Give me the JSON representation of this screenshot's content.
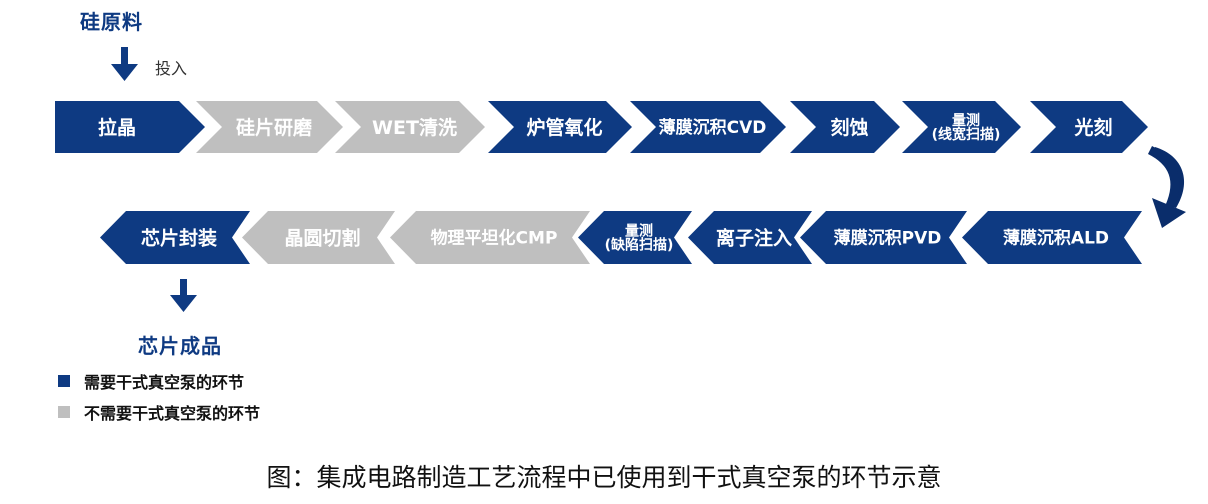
{
  "colors": {
    "vacuum_required": "#0e3a82",
    "not_required": "#bfbfbf",
    "text_on_step": "#ffffff"
  },
  "start": {
    "label": "硅原料",
    "arrow_label": "投入"
  },
  "row1": [
    {
      "lines": [
        "拉晶"
      ],
      "required": true
    },
    {
      "lines": [
        "硅片研磨"
      ],
      "required": false
    },
    {
      "lines": [
        "WET清洗"
      ],
      "required": false
    },
    {
      "lines": [
        "炉管氧化"
      ],
      "required": true
    },
    {
      "lines": [
        "薄膜沉积CVD"
      ],
      "required": true
    },
    {
      "lines": [
        "刻蚀"
      ],
      "required": true
    },
    {
      "lines": [
        "量测",
        "(线宽扫描)"
      ],
      "required": true
    },
    {
      "lines": [
        "光刻"
      ],
      "required": true
    }
  ],
  "row2": [
    {
      "lines": [
        "芯片封装"
      ],
      "required": true
    },
    {
      "lines": [
        "晶圆切割"
      ],
      "required": false
    },
    {
      "lines": [
        "物理平坦化CMP"
      ],
      "required": false
    },
    {
      "lines": [
        "量测",
        "(缺陷扫描)"
      ],
      "required": true
    },
    {
      "lines": [
        "离子注入"
      ],
      "required": true
    },
    {
      "lines": [
        "薄膜沉积PVD"
      ],
      "required": true
    },
    {
      "lines": [
        "薄膜沉积ALD"
      ],
      "required": true
    }
  ],
  "end": {
    "label": "芯片成品"
  },
  "legend": [
    {
      "label": "需要干式真空泵的环节",
      "required": true
    },
    {
      "label": "不需要干式真空泵的环节",
      "required": false
    }
  ],
  "caption": "图：集成电路制造工艺流程中已使用到干式真空泵的环节示意"
}
